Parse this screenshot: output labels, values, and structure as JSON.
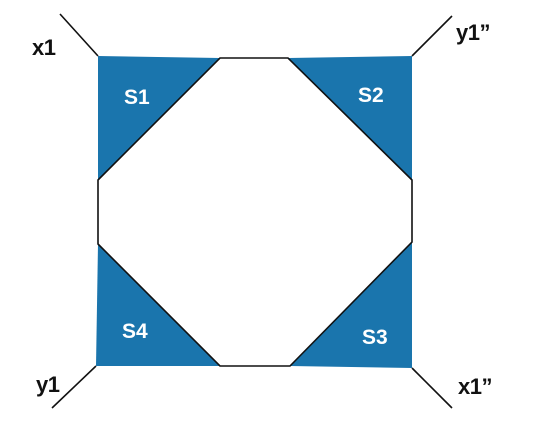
{
  "colors": {
    "triangle_fill": "#1a75ad",
    "line": "#111111",
    "region_label": "#ffffff",
    "corner_label": "#111111"
  },
  "corners": {
    "top_left": "x1",
    "top_right": "y1”",
    "bottom_left": "y1",
    "bottom_right": "x1”"
  },
  "regions": {
    "top_left": "S1",
    "top_right": "S2",
    "bottom_right": "S3",
    "bottom_left": "S4"
  }
}
